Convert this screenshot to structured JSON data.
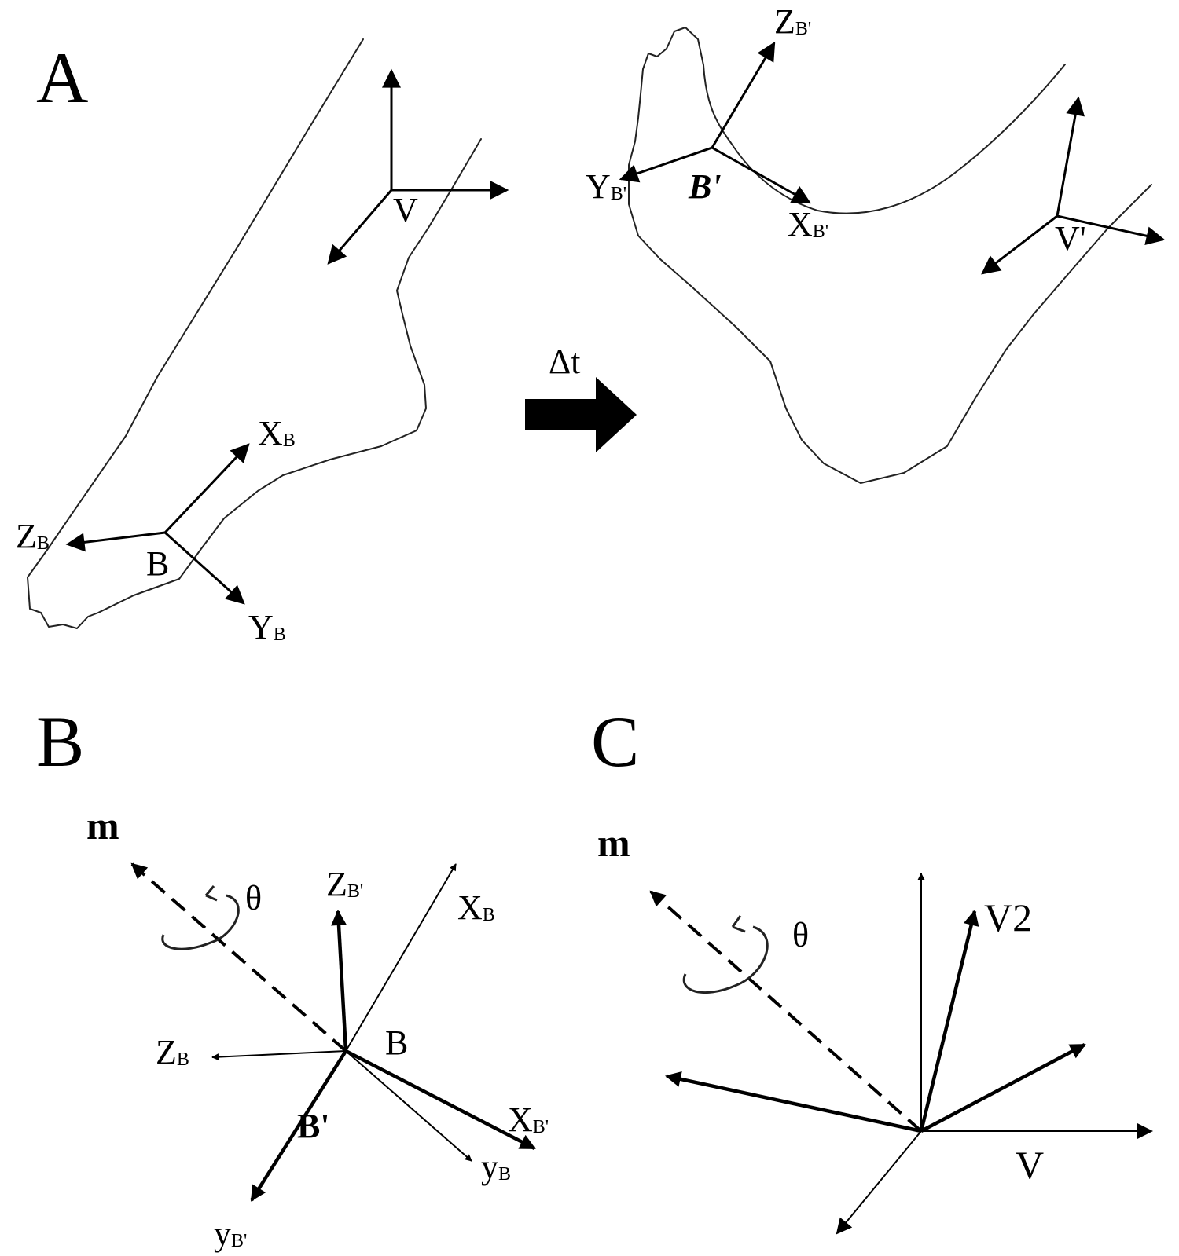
{
  "panels": {
    "a": "A",
    "b": "B",
    "c": "C"
  },
  "panel_a": {
    "time_step": "Δt",
    "frame_b": {
      "origin": "B",
      "x": "X",
      "x_sub": "B",
      "y": "Y",
      "y_sub": "B",
      "z": "Z",
      "z_sub": "B"
    },
    "frame_v": {
      "origin": "V"
    },
    "frame_b_prime": {
      "origin": "B'",
      "x": "X",
      "x_sub": "B'",
      "y": "Y",
      "y_sub": "B'",
      "z": "Z",
      "z_sub": "B'"
    },
    "frame_v_prime": {
      "origin": "V'"
    }
  },
  "panel_b": {
    "axis": "m",
    "angle": "θ",
    "origin": "B",
    "origin_prime": "B'",
    "z_b_prime": "Z",
    "z_b_prime_sub": "B'",
    "x_b": "X",
    "x_b_sub": "B",
    "z_b": "Z",
    "z_b_sub": "B",
    "x_b_prime": "X",
    "x_b_prime_sub": "B'",
    "y_b": "y",
    "y_b_sub": "B",
    "y_b_prime": "y",
    "y_b_prime_sub": "B'"
  },
  "panel_c": {
    "axis": "m",
    "angle": "θ",
    "v2": "V2",
    "v": "V"
  }
}
